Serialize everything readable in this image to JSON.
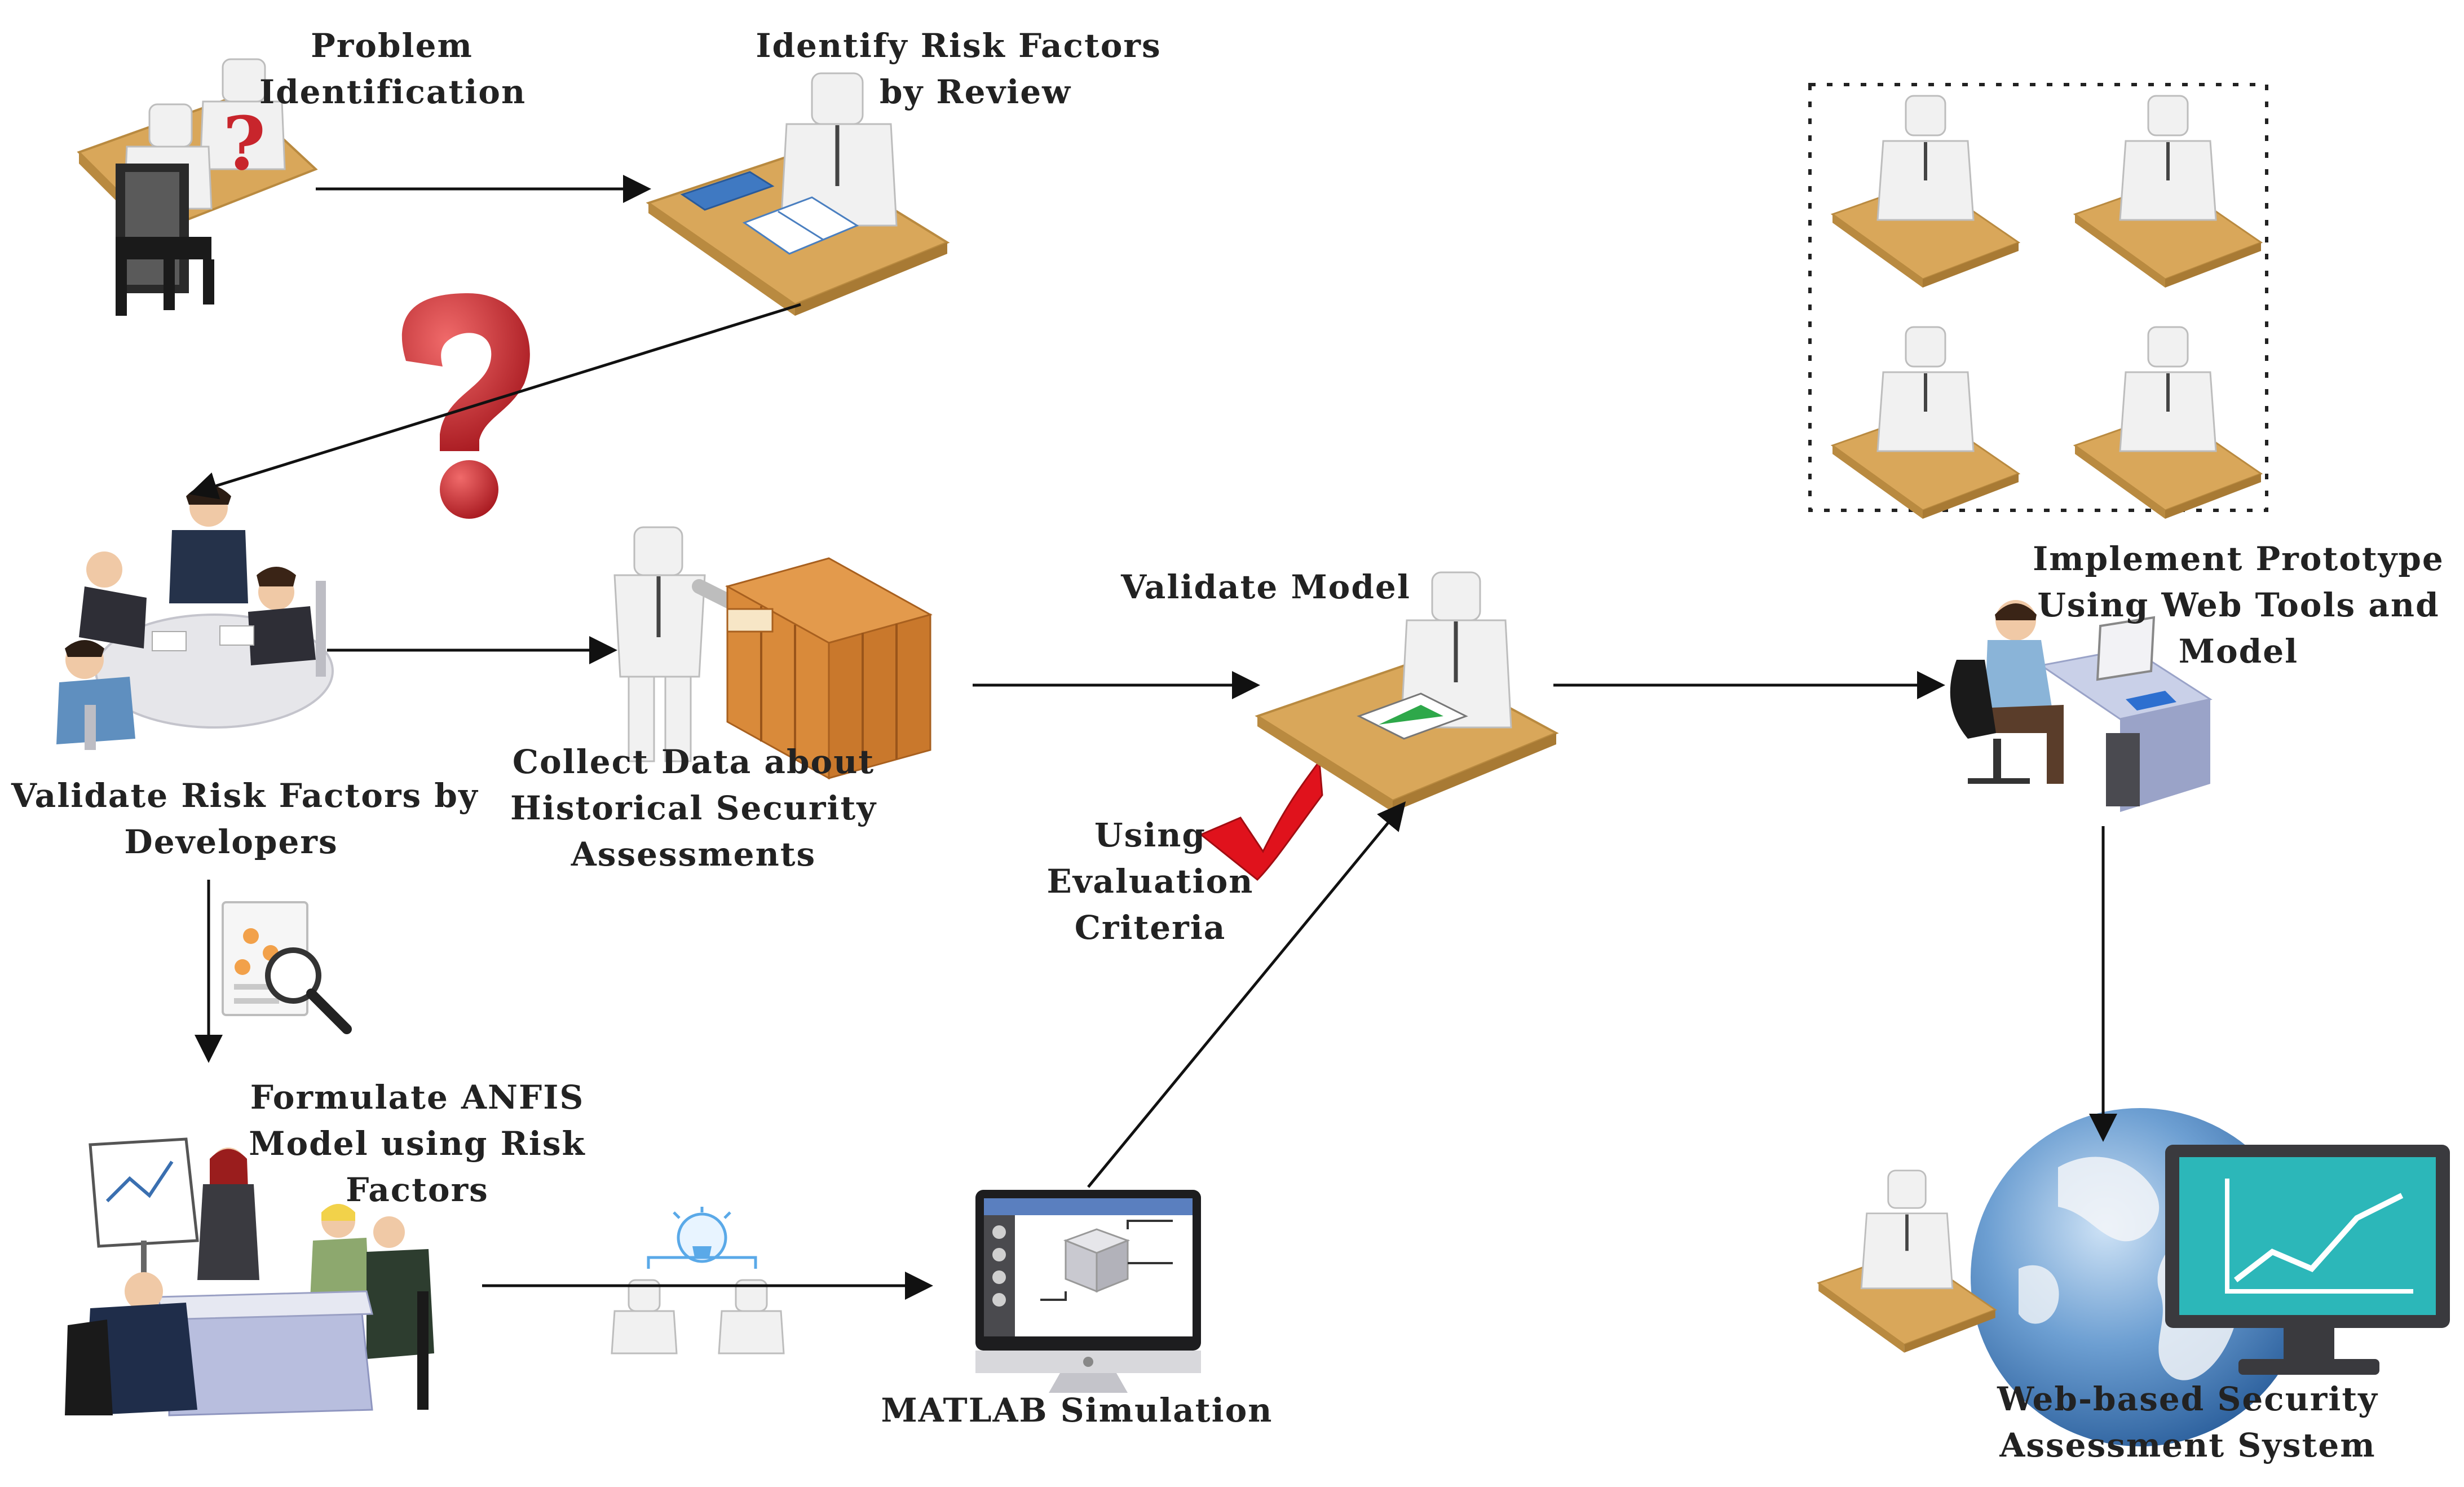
{
  "steps": {
    "problem_identification": [
      "Problem",
      "Identification"
    ],
    "identify_risk_factors": [
      "Identify Risk Factors",
      "by Review"
    ],
    "validate_risk_factors": [
      "Validate Risk Factors by",
      "Developers"
    ],
    "collect_data": [
      "Collect Data about",
      "Historical Security",
      "Assessments"
    ],
    "formulate_anfis": [
      "Formulate ANFIS",
      "Model using Risk",
      "Factors"
    ],
    "matlab_simulation": [
      "MATLAB Simulation"
    ],
    "using_evaluation_criteria": [
      "Using",
      "Evaluation",
      "Criteria"
    ],
    "validate_model": [
      "Validate Model"
    ],
    "implement_prototype": [
      "Implement Prototype",
      "Using Web Tools and",
      "Model"
    ],
    "web_based_system": [
      "Web-based Security",
      "Assessment System"
    ]
  },
  "colors": {
    "desk": "#d9a75a",
    "desk_edge": "#b98a40",
    "figure": "#f1f1f1",
    "figure_stroke": "#bdbdbd",
    "question_mark": "#c8252c",
    "check_mark": "#e0121c",
    "cabinet": "#c9782c",
    "globe": "#3f79b8",
    "monitor_screen": "#2cb7b9",
    "arrow": "#111111"
  },
  "icons": [
    "meeting-question-icon",
    "review-desk-icon",
    "question-mark-icon",
    "team-meeting-icon",
    "file-cabinet-icon",
    "document-search-icon",
    "presentation-meeting-icon",
    "idea-bulb-icon",
    "matlab-monitor-icon",
    "check-mark-icon",
    "model-desk-icon",
    "developer-workstation-icon",
    "globe-icon",
    "chart-monitor-icon",
    "prototype-workers-icon"
  ]
}
